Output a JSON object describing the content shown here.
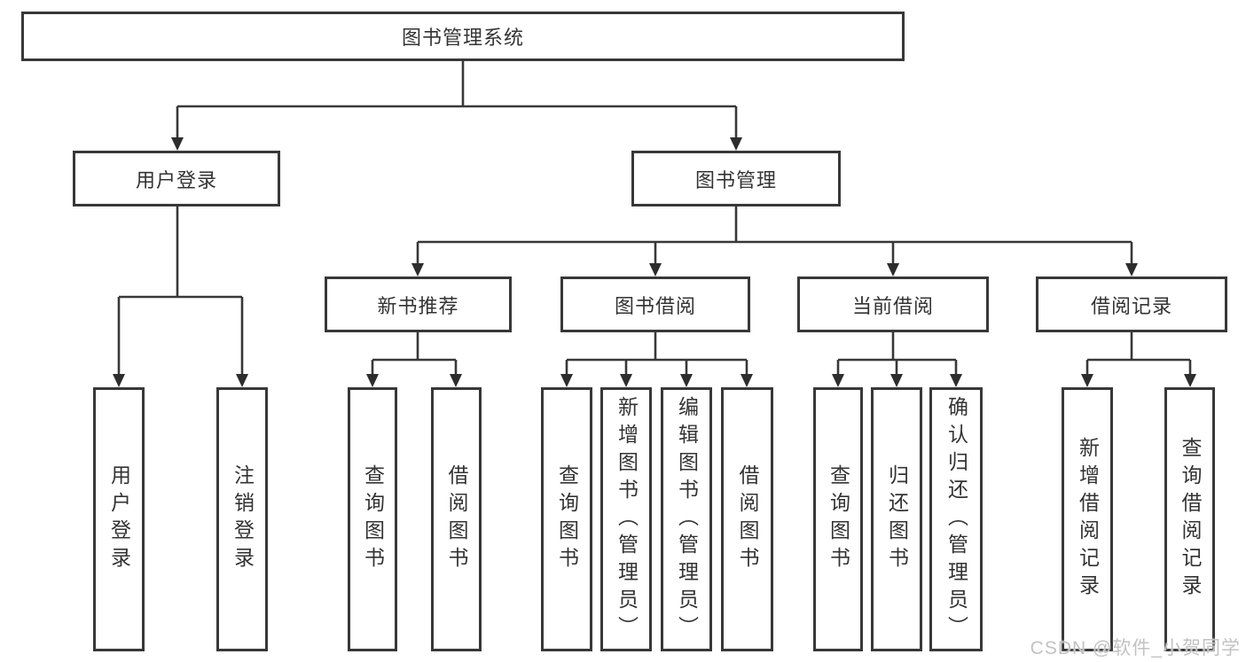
{
  "diagram": {
    "title": "图书管理系统",
    "root": {
      "label": "图书管理系统"
    },
    "level2": [
      {
        "label": "用户登录"
      },
      {
        "label": "图书管理"
      }
    ],
    "level3": [
      {
        "label": "新书推荐"
      },
      {
        "label": "图书借阅"
      },
      {
        "label": "当前借阅"
      },
      {
        "label": "借阅记录"
      }
    ],
    "branches": {
      "user_login": [
        "用户登录",
        "注销登录"
      ],
      "new_book_recommend": [
        "查询图书",
        "借阅图书"
      ],
      "book_borrow": [
        "查询图书",
        "新增图书（管理员）",
        "编辑图书（管理员）",
        "借阅图书"
      ],
      "current_borrow": [
        "查询图书",
        "归还图书",
        "确认归还（管理员）"
      ],
      "borrow_record": [
        "新增借阅记录",
        "查询借阅记录"
      ]
    }
  },
  "watermark": {
    "text": "CSDN @软件_小贺同学"
  },
  "colors": {
    "line": "#383838",
    "text": "#333333",
    "background": "#ffffff",
    "watermark": "#c2c2c2"
  }
}
